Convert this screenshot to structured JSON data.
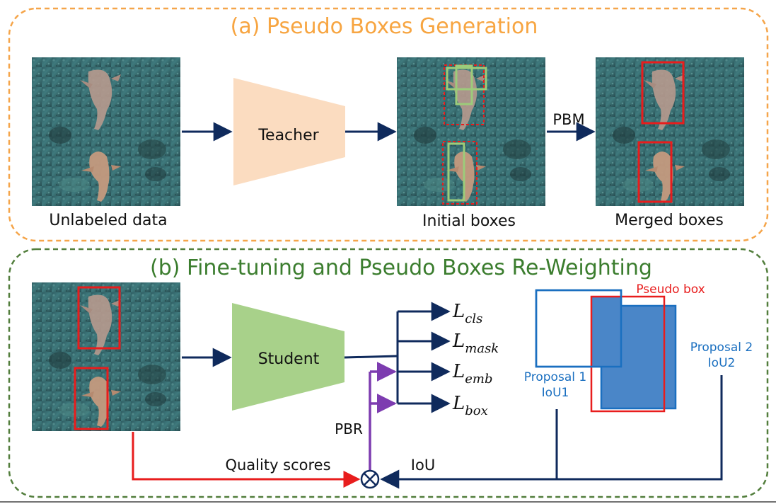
{
  "section_a": {
    "title": "(a) Pseudo Boxes Generation",
    "title_color": "#f7a541",
    "border_color": "#f5a54a",
    "teacher_label": "Teacher",
    "pbm_label": "PBM",
    "caption_unlabeled": "Unlabeled data",
    "caption_initial": "Initial boxes",
    "caption_merged": "Merged boxes"
  },
  "section_b": {
    "title": "(b) Fine-tuning and Pseudo Boxes Re-Weighting",
    "title_color": "#3b7d2e",
    "border_color": "#527e3c",
    "student_label": "Student",
    "losses": [
      {
        "main": "L",
        "sub": "cls"
      },
      {
        "main": "L",
        "sub": "mask"
      },
      {
        "main": "L",
        "sub": "emb"
      },
      {
        "main": "L",
        "sub": "box"
      }
    ],
    "pbr_label": "PBR",
    "quality_label": "Quality scores",
    "iou_label": "IoU",
    "pseudo_box_label": "Pseudo box",
    "proposal1_line1": "Proposal 1",
    "proposal1_line2": "IoU1",
    "proposal2_line1": "Proposal 2",
    "proposal2_line2": "IoU2"
  },
  "colors": {
    "teacher_fill": "#fbdcc0",
    "student_fill": "#a8d18a",
    "arrow_navy": "#0f2a5c",
    "arrow_red": "#e81d1d",
    "arrow_purple": "#7d3cb0",
    "proposal_blue": "#1a6fc0",
    "pseudo_red": "#e81d1d",
    "overlap_fill": "#4a86c8"
  }
}
